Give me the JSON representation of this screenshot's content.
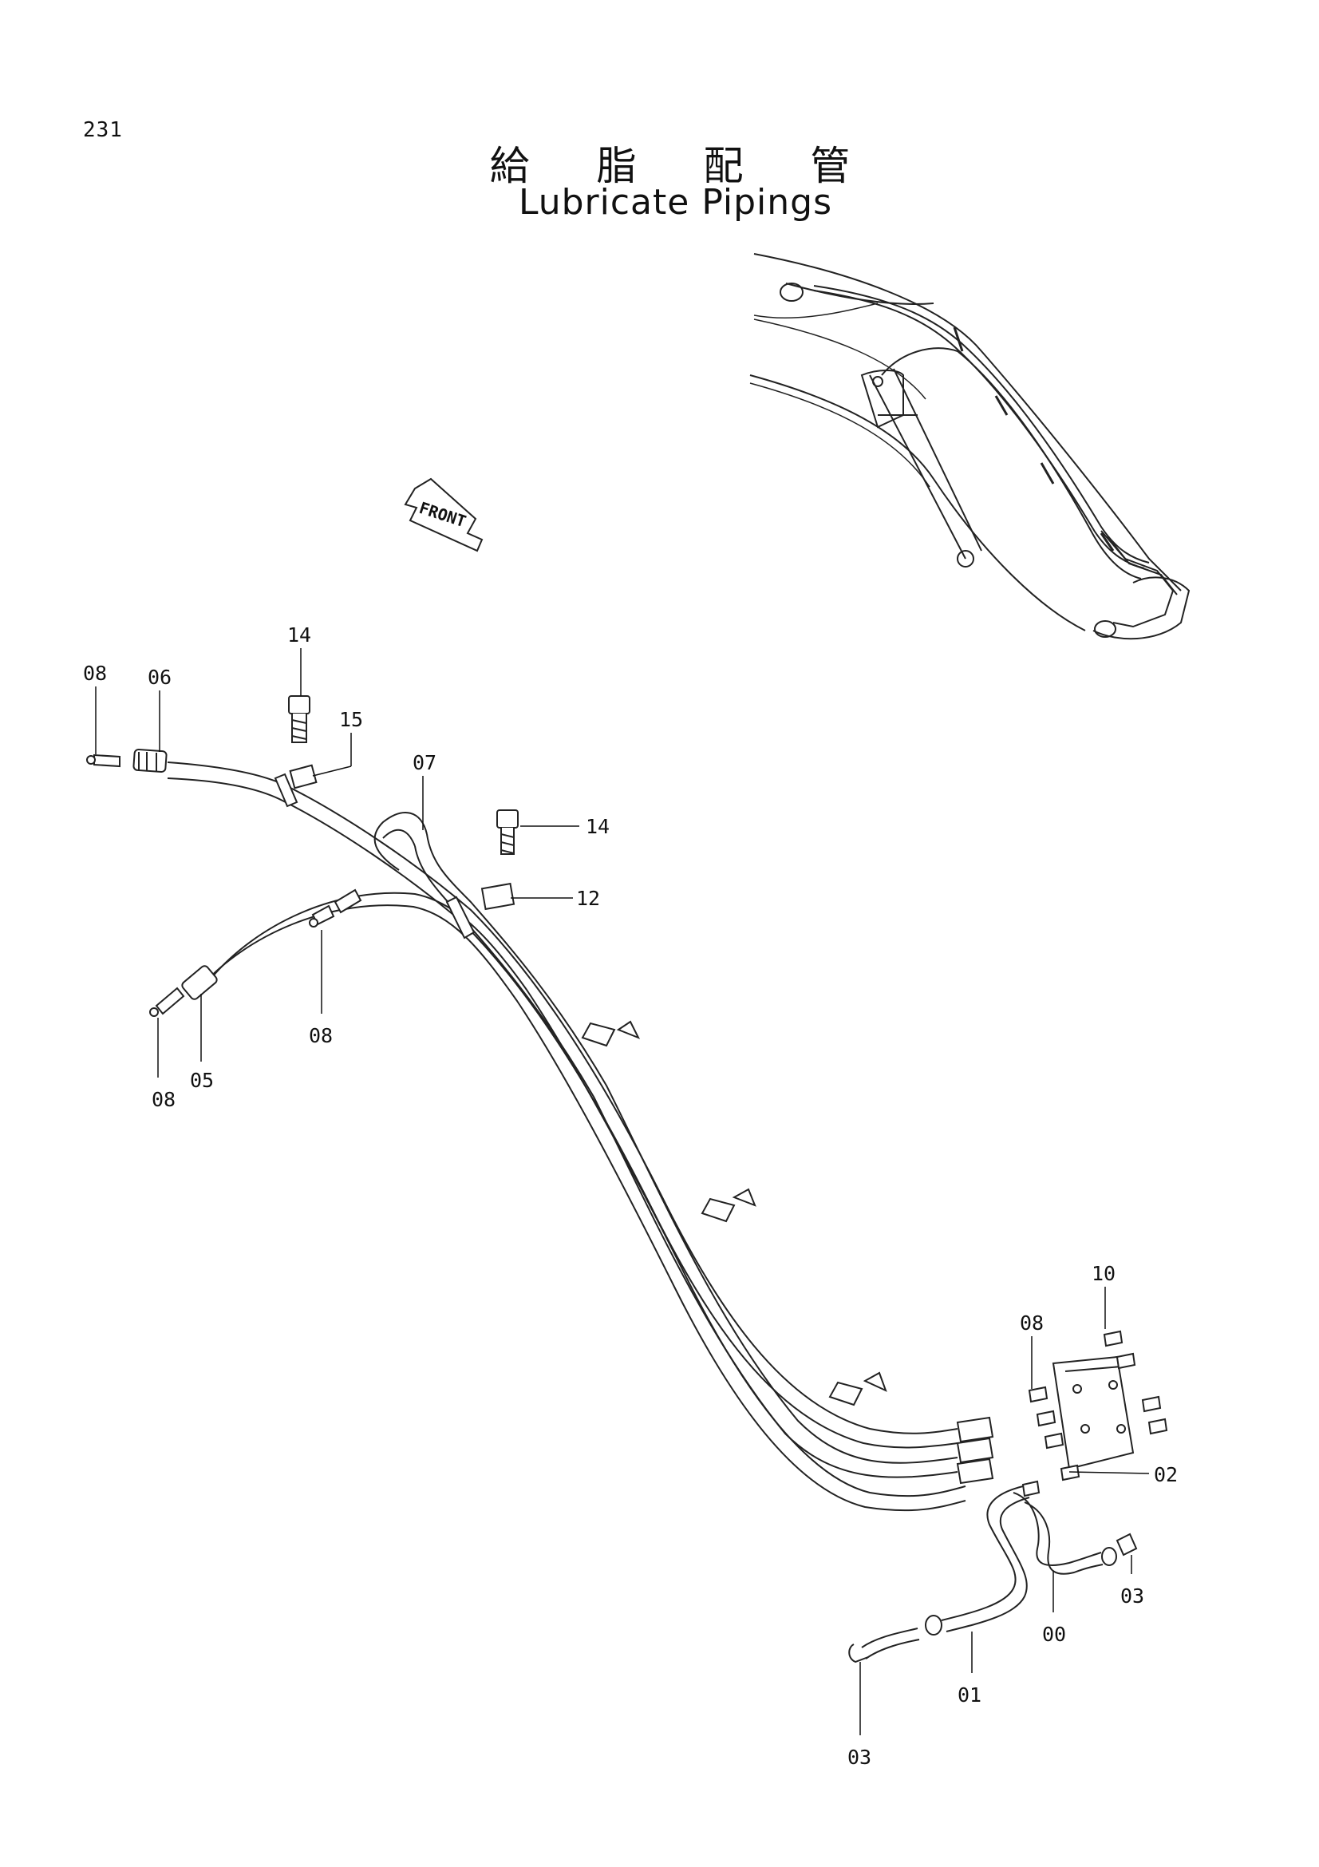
{
  "page_number": "231",
  "title_jp": "給 脂 配 管",
  "title_en": "Lubricate Pipings",
  "front_label": "FRONT",
  "callouts": {
    "c08_a": "08",
    "c06": "06",
    "c14_a": "14",
    "c15": "15",
    "c07": "07",
    "c14_b": "14",
    "c12": "12",
    "c08_b": "08",
    "c08_c": "08",
    "c05": "05",
    "c10": "10",
    "c08_d": "08",
    "c02": "02",
    "c03_a": "03",
    "c00": "00",
    "c01": "01",
    "c03_b": "03"
  }
}
